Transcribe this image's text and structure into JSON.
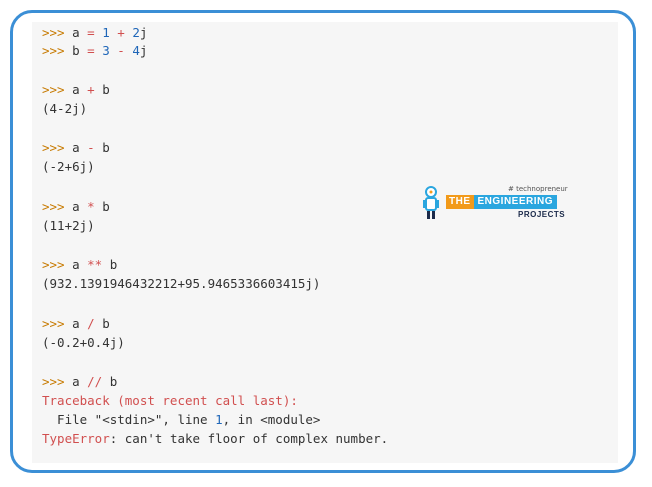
{
  "code_lines": [
    {
      "parts": [
        {
          "t": ">>>",
          "c": "prompt"
        },
        {
          "t": " a "
        },
        {
          "t": "=",
          "c": "op"
        },
        {
          "t": " "
        },
        {
          "t": "1",
          "c": "num"
        },
        {
          "t": " "
        },
        {
          "t": "+",
          "c": "op"
        },
        {
          "t": " "
        },
        {
          "t": "2",
          "c": "num"
        },
        {
          "t": "j"
        }
      ]
    },
    {
      "parts": [
        {
          "t": ">>>",
          "c": "prompt"
        },
        {
          "t": " b "
        },
        {
          "t": "=",
          "c": "op"
        },
        {
          "t": " "
        },
        {
          "t": "3",
          "c": "num"
        },
        {
          "t": " "
        },
        {
          "t": "-",
          "c": "op"
        },
        {
          "t": " "
        },
        {
          "t": "4",
          "c": "num"
        },
        {
          "t": "j"
        }
      ]
    },
    {
      "parts": [
        {
          "t": ">>>",
          "c": "prompt"
        },
        {
          "t": " a "
        },
        {
          "t": "+",
          "c": "op"
        },
        {
          "t": " b"
        }
      ]
    },
    {
      "parts": [
        {
          "t": "(4-2j)",
          "c": "out"
        }
      ]
    },
    {
      "parts": [
        {
          "t": ">>>",
          "c": "prompt"
        },
        {
          "t": " a "
        },
        {
          "t": "-",
          "c": "op"
        },
        {
          "t": " b"
        }
      ]
    },
    {
      "parts": [
        {
          "t": "(-2+6j)",
          "c": "out"
        }
      ]
    },
    {
      "parts": [
        {
          "t": ">>>",
          "c": "prompt"
        },
        {
          "t": " a "
        },
        {
          "t": "*",
          "c": "op"
        },
        {
          "t": " b"
        }
      ]
    },
    {
      "parts": [
        {
          "t": "(11+2j)",
          "c": "out"
        }
      ]
    },
    {
      "parts": [
        {
          "t": ">>>",
          "c": "prompt"
        },
        {
          "t": " a "
        },
        {
          "t": "**",
          "c": "op"
        },
        {
          "t": " b"
        }
      ]
    },
    {
      "parts": [
        {
          "t": "(932.1391946432212+95.9465336603415j)",
          "c": "out"
        }
      ]
    },
    {
      "parts": [
        {
          "t": ">>>",
          "c": "prompt"
        },
        {
          "t": " a "
        },
        {
          "t": "/",
          "c": "op"
        },
        {
          "t": " b"
        }
      ]
    },
    {
      "parts": [
        {
          "t": "(-0.2+0.4j)",
          "c": "out"
        }
      ]
    },
    {
      "parts": [
        {
          "t": ">>>",
          "c": "prompt"
        },
        {
          "t": " a "
        },
        {
          "t": "//",
          "c": "op"
        },
        {
          "t": " b"
        }
      ]
    },
    {
      "parts": [
        {
          "t": "Traceback (most recent call last):",
          "c": "err"
        }
      ]
    },
    {
      "parts": [
        {
          "t": "  File \"<stdin>\", line "
        },
        {
          "t": "1",
          "c": "num"
        },
        {
          "t": ", in <module>"
        }
      ]
    },
    {
      "parts": [
        {
          "t": "TypeError",
          "c": "err"
        },
        {
          "t": ": can't take floor of complex number."
        }
      ]
    }
  ],
  "logo": {
    "tagline": "# technopreneur",
    "the": "THE",
    "engineering": "ENGINEERING",
    "projects": "PROJECTS"
  }
}
